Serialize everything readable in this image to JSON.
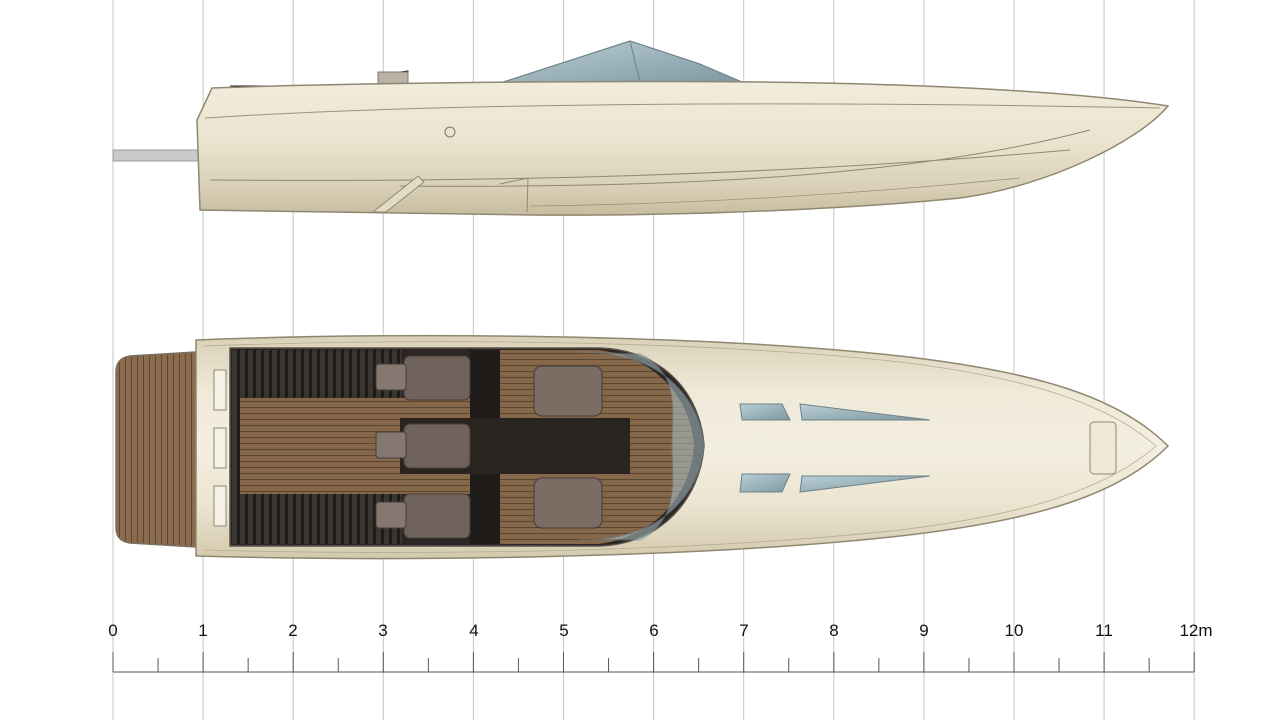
{
  "scale": {
    "labels": [
      "0",
      "1",
      "2",
      "3",
      "4",
      "5",
      "6",
      "7",
      "8",
      "9",
      "10",
      "11",
      "12m"
    ]
  },
  "views": {
    "side_profile": "side-elevation",
    "top_plan": "deck-plan"
  },
  "colors": {
    "hull": "#ede7d4",
    "hull_shadow": "#cfc5aa",
    "hull_outline": "#8f8771",
    "deck_teak": "#8a6a4c",
    "cockpit_dark": "#2b2623",
    "seat": "#6f625a",
    "glass": "#9db3bb",
    "grid_line": "#c4c4c4"
  }
}
